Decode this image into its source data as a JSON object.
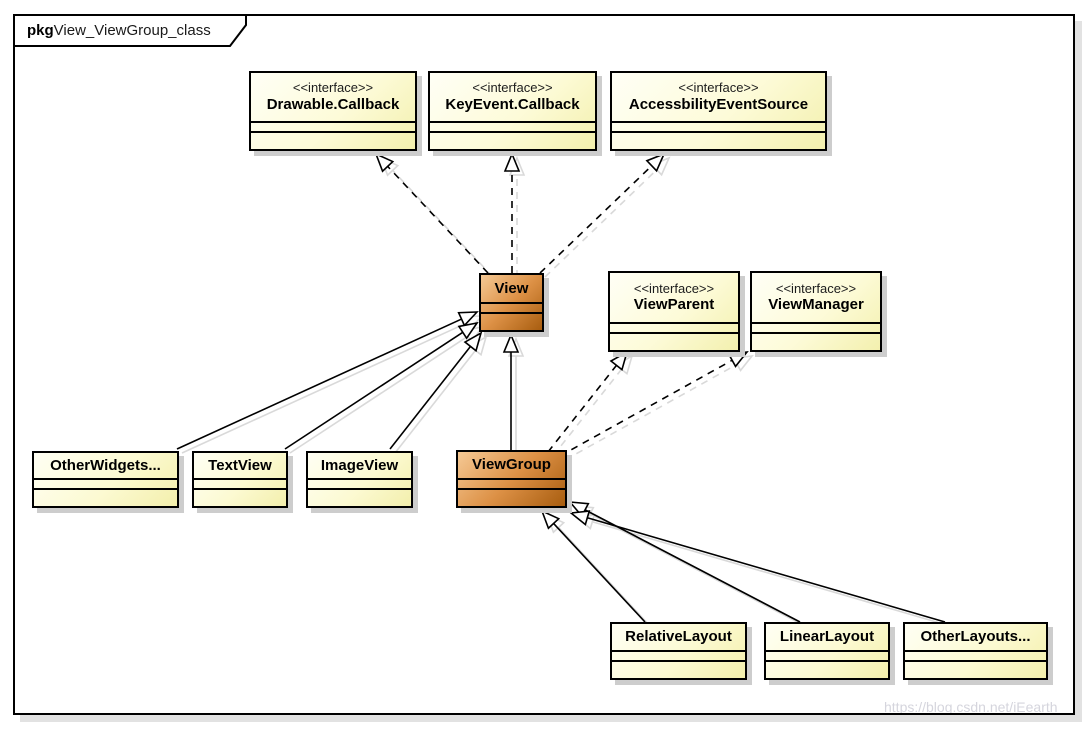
{
  "frame": {
    "keyword": "pkg",
    "title": "View_ViewGroup_class"
  },
  "watermark": {
    "text": "https://blog.csdn.net/iEearth"
  },
  "colors": {
    "node_fill_light": "#fffff6",
    "node_fill_dark": "#f3f0ae",
    "highlight_fill_light": "#f5c995",
    "highlight_fill_dark": "#a85d0f",
    "border": "#000000",
    "shadow": "#cdcdcd",
    "watermark": "#d5d5dd"
  },
  "nodes": {
    "drawable_callback": {
      "stereotype": "<<interface>>",
      "name": "Drawable.Callback"
    },
    "keyevent_callback": {
      "stereotype": "<<interface>>",
      "name": "KeyEvent.Callback"
    },
    "accessibility_event_source": {
      "stereotype": "<<interface>>",
      "name": "AccessbilityEventSource"
    },
    "view": {
      "name": "View"
    },
    "view_parent": {
      "stereotype": "<<interface>>",
      "name": "ViewParent"
    },
    "view_manager": {
      "stereotype": "<<interface>>",
      "name": "ViewManager"
    },
    "other_widgets": {
      "name": "OtherWidgets..."
    },
    "text_view": {
      "name": "TextView"
    },
    "image_view": {
      "name": "ImageView"
    },
    "view_group": {
      "name": "ViewGroup"
    },
    "relative_layout": {
      "name": "RelativeLayout"
    },
    "linear_layout": {
      "name": "LinearLayout"
    },
    "other_layouts": {
      "name": "OtherLayouts..."
    }
  },
  "relationships": [
    {
      "from": "View",
      "to": "Drawable.Callback",
      "kind": "realization"
    },
    {
      "from": "View",
      "to": "KeyEvent.Callback",
      "kind": "realization"
    },
    {
      "from": "View",
      "to": "AccessbilityEventSource",
      "kind": "realization"
    },
    {
      "from": "ViewGroup",
      "to": "ViewParent",
      "kind": "realization"
    },
    {
      "from": "ViewGroup",
      "to": "ViewManager",
      "kind": "realization"
    },
    {
      "from": "OtherWidgets...",
      "to": "View",
      "kind": "generalization"
    },
    {
      "from": "TextView",
      "to": "View",
      "kind": "generalization"
    },
    {
      "from": "ImageView",
      "to": "View",
      "kind": "generalization"
    },
    {
      "from": "ViewGroup",
      "to": "View",
      "kind": "generalization"
    },
    {
      "from": "RelativeLayout",
      "to": "ViewGroup",
      "kind": "generalization"
    },
    {
      "from": "LinearLayout",
      "to": "ViewGroup",
      "kind": "generalization"
    },
    {
      "from": "OtherLayouts...",
      "to": "ViewGroup",
      "kind": "generalization"
    }
  ]
}
